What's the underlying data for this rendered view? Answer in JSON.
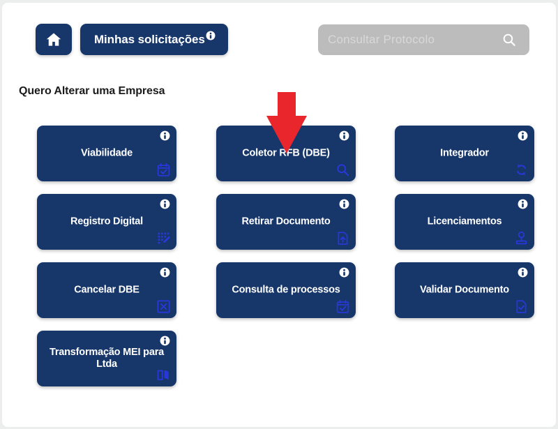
{
  "page": {
    "background_color": "#eceded",
    "panel_color": "#ffffff",
    "brand_navy": "#17376b",
    "accent_blue": "#2a37d8",
    "arrow_color": "#e8262c"
  },
  "header": {
    "home_button": {
      "icon": "home-icon",
      "label": ""
    },
    "solicitacoes_button": {
      "label": "Minhas solicitações",
      "info_icon": "info-icon"
    },
    "search": {
      "placeholder": "Consultar Protocolo",
      "value": "",
      "icon": "search-icon"
    }
  },
  "main": {
    "section_title": "Quero Alterar uma Empresa",
    "rows": [
      [
        {
          "label": "Viabilidade",
          "icon": "calendar-check-icon",
          "info_icon": "info-icon"
        },
        {
          "label": "Coletor RFB (DBE)",
          "icon": "magnifier-icon",
          "info_icon": "info-icon"
        },
        {
          "label": "Integrador",
          "icon": "sync-refresh-icon",
          "info_icon": "info-icon"
        }
      ],
      [
        {
          "label": "Registro Digital",
          "icon": "digital-signature-icon",
          "info_icon": "info-icon"
        },
        {
          "label": "Retirar Documento",
          "icon": "document-upload-icon",
          "info_icon": "info-icon"
        },
        {
          "label": "Licenciamentos",
          "icon": "stamp-icon",
          "info_icon": "info-icon"
        }
      ],
      [
        {
          "label": "Cancelar DBE",
          "icon": "cancel-square-icon",
          "info_icon": "info-icon"
        },
        {
          "label": "Consulta de processos",
          "icon": "calendar-check-icon",
          "info_icon": "info-icon"
        },
        {
          "label": "Validar Documento",
          "icon": "document-check-icon",
          "info_icon": "info-icon"
        }
      ],
      [
        {
          "label": "Transformação MEI para Ltda",
          "icon": "open-book-icon",
          "info_icon": "info-icon"
        }
      ]
    ]
  },
  "annotation": {
    "arrow": {
      "name": "red-down-arrow",
      "points_to": "Coletor RFB (DBE)",
      "color": "#e8262c"
    }
  }
}
